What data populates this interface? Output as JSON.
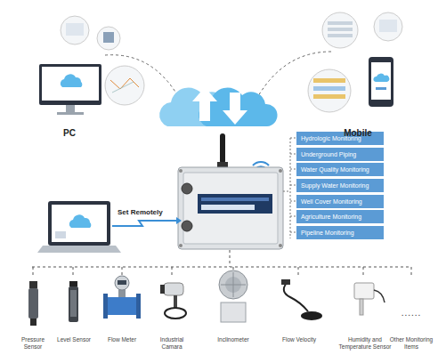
{
  "diagram": {
    "nodes": [
      {
        "text": [
          "Hydrologic Monitoring"
        ]
      },
      {
        "text": [
          "Underground Piping"
        ]
      },
      {
        "text": [
          "Water Quality Monitoring"
        ]
      },
      {
        "text": [
          "Supply Water Monitoring"
        ]
      },
      {
        "text": [
          "Well Cover Monitoring"
        ]
      },
      {
        "text": [
          "Agriculture Monitoring"
        ]
      },
      {
        "text": [
          "Pipeline Monitoring"
        ]
      }
    ],
    "labels": [
      "PC",
      "Mobile",
      "Set Remotely",
      "Pressure Sensor",
      "Level Sensor",
      "Flow Meter",
      "Industrial Camara",
      "Inclinometer",
      "Flow Velocity",
      "Humidity and Temperature Sensor",
      "......",
      "Other Monitoring Items"
    ]
  }
}
